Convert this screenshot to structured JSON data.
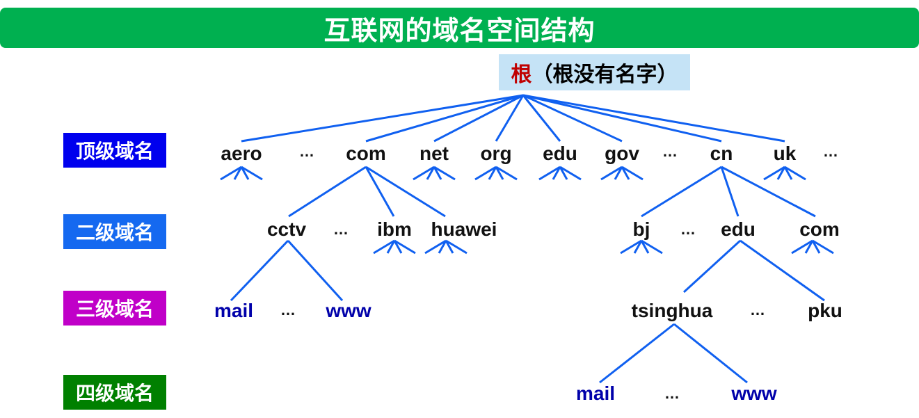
{
  "title": "互联网的域名空间结构",
  "root": {
    "main": "根",
    "sub": "（根没有名字）"
  },
  "levels": [
    {
      "label": "顶级域名",
      "color": "#0000ee"
    },
    {
      "label": "二级域名",
      "color": "#1569f0"
    },
    {
      "label": "三级域名",
      "color": "#c000c8"
    },
    {
      "label": "四级域名",
      "color": "#008000"
    }
  ],
  "colors": {
    "banner": "#00b050",
    "root_box": "#c5e3f6",
    "root_main": "#c00000",
    "lines": "#1060f0",
    "node_text": "#111111",
    "leaf_text": "#0000aa"
  },
  "top_level": [
    "aero",
    "com",
    "net",
    "org",
    "edu",
    "gov",
    "cn",
    "uk"
  ],
  "second_level": [
    "cctv",
    "ibm",
    "huawei",
    "bj",
    "edu",
    "com"
  ],
  "third_level": [
    "mail",
    "www",
    "tsinghua",
    "pku"
  ],
  "fourth_level": [
    "mail",
    "www"
  ],
  "ellipsis": "…"
}
